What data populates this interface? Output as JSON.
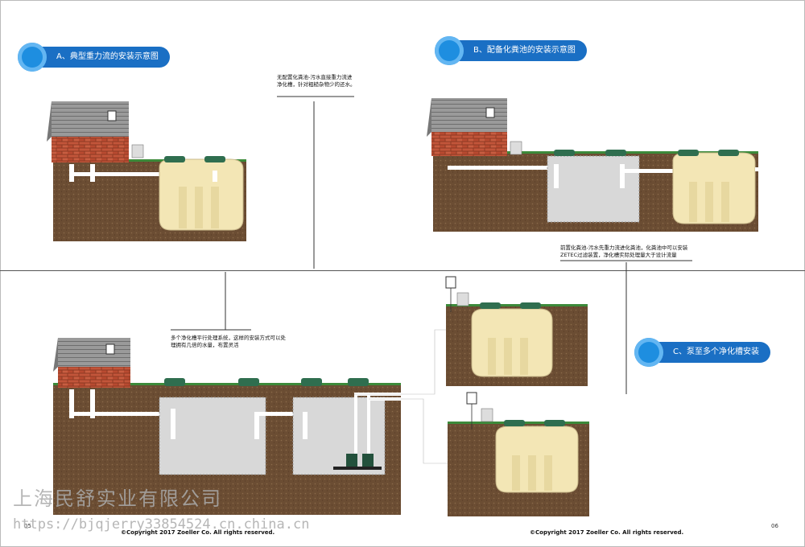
{
  "sections": {
    "a_title": "A、典型重力流的安装示意图",
    "b_title": "B、配备化粪池的安装示意图",
    "c_title": "C、泵至多个净化槽安装"
  },
  "notes": {
    "a_note_line1": "无配置化粪池-污水直接重力流进",
    "a_note_line2": "净化槽，针对粗糙杂物少的还水。",
    "b_note_line1": "前置化粪池-污水先重力流进化粪池，化粪池中可以安装",
    "b_note_line2": "ZETEC过滤装置，净化槽实际处理量大于设计流量",
    "c_note_line1": "多个净化槽平行处理系统，这样的安装方式可以处",
    "c_note_line2": "理拥有几倍的水量，布置灵活"
  },
  "footer": {
    "copyright_left": "©Copyright 2017 Zoeller Co. All rights reserved.",
    "copyright_right": "©Copyright 2017 Zoeller Co. All rights reserved.",
    "page_left": "05",
    "page_right": "06"
  },
  "watermark": {
    "company": "上海民舒实业有限公司",
    "url": "https://bjqjerry33854524.cn.china.cn"
  },
  "colors": {
    "accent": "#1a6fc4",
    "soil": "#6b4d33",
    "grass": "#3c8a3a",
    "tank": "#f3e6b5",
    "septic": "#d8d8d8",
    "brick": "#b5452b",
    "lid": "#2f6e4f"
  }
}
